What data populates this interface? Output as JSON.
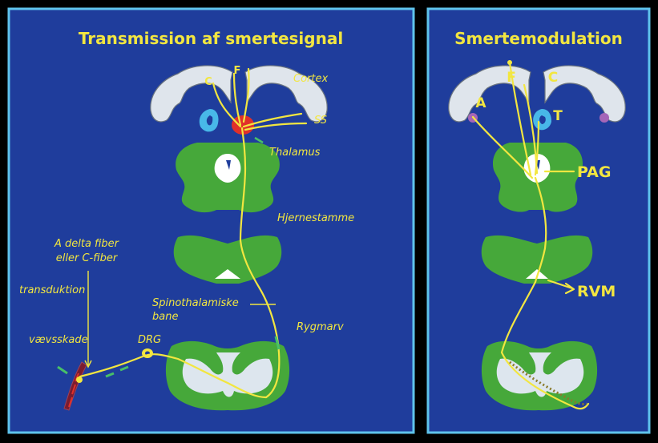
{
  "left_panel": {
    "title": "Transmission af smertesignal",
    "labels": {
      "c": "C",
      "f": "F",
      "cortex": "Cortex",
      "ss": "SS",
      "thalamus": "Thalamus",
      "hjernestamme": "Hjernestamme",
      "a_delta_1": "A delta fiber",
      "a_delta_2": "eller C-fiber",
      "transduktion": "transduktion",
      "spinothalamiske_1": "Spinothalamiske",
      "spinothalamiske_2": "bane",
      "rygmarv": "Rygmarv",
      "vaevsskade": "vævsskade",
      "drg": "DRG"
    }
  },
  "right_panel": {
    "title": "Smertemodulation",
    "labels": {
      "f": "F",
      "c": "C",
      "a": "A",
      "t": "T",
      "pag": "PAG",
      "rvm": "RVM"
    }
  },
  "colors": {
    "background": "#000000",
    "panel_fill": "#1f3d9c",
    "panel_border": "#5fc3ec",
    "text": "#f2e640",
    "tissue_green": "#46a83a",
    "grey_matter": "#dde6ee",
    "thalamus_red": "#e0302a",
    "ventricle_blue": "#48b8e8",
    "marker_purple": "#a566b8"
  }
}
